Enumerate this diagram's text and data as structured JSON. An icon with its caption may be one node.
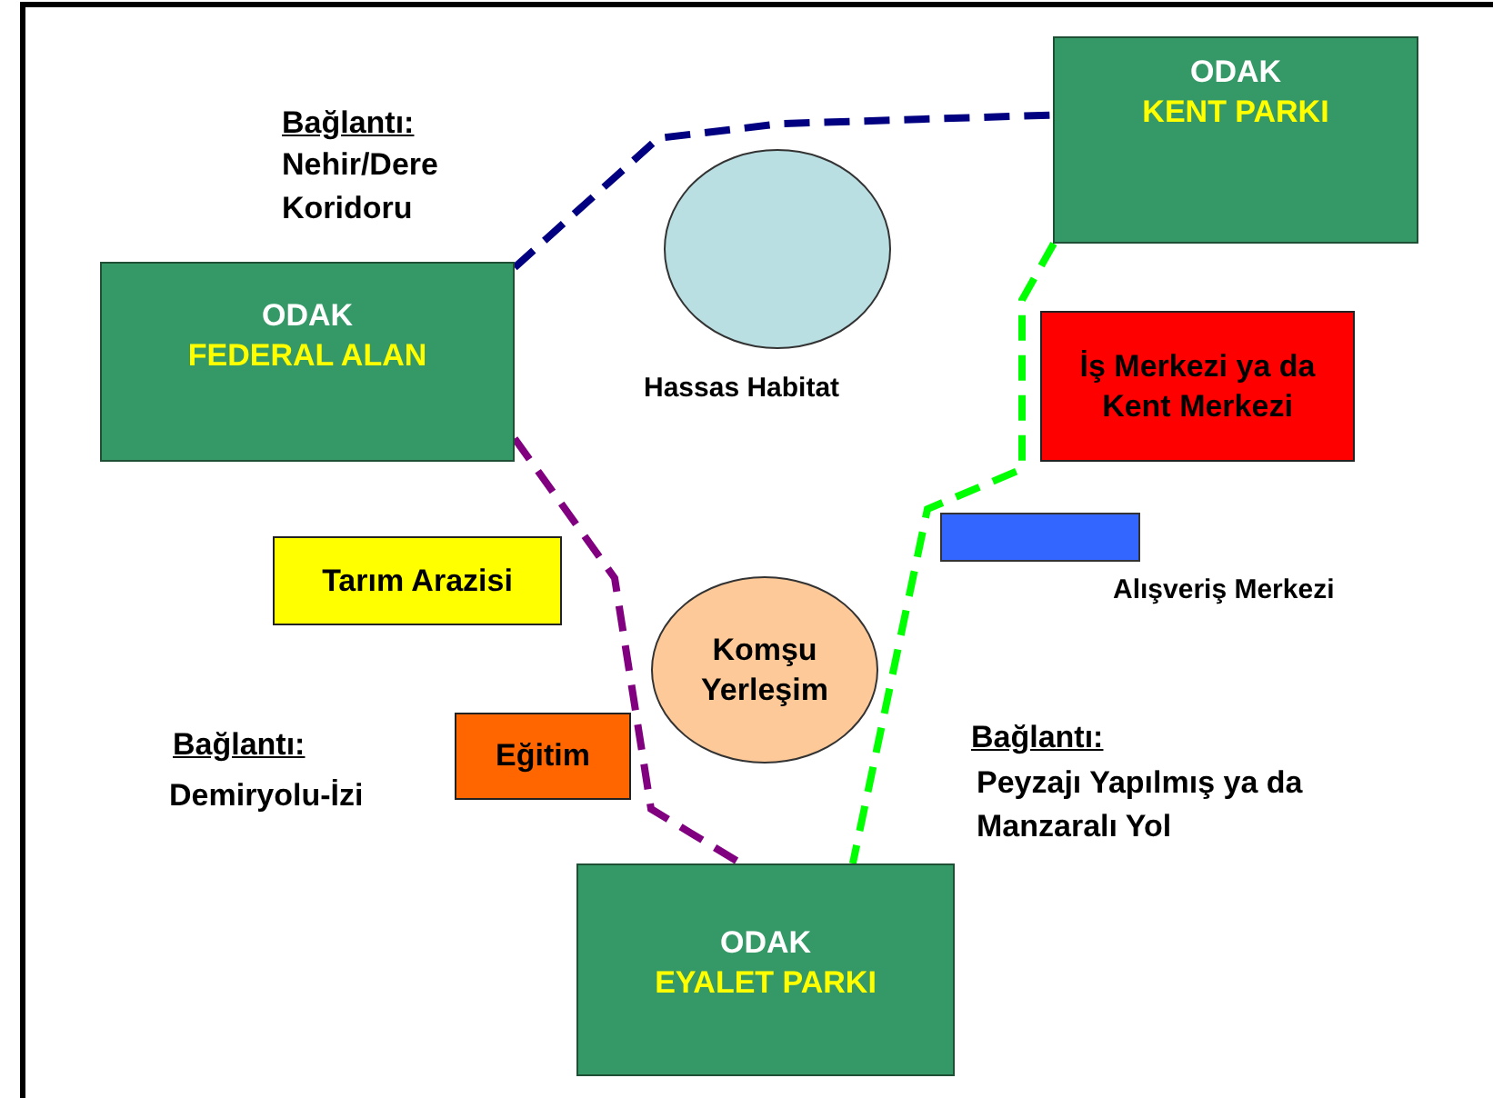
{
  "diagram": {
    "nodes": [
      {
        "text": [
          "ODAK",
          "FEDERAL ALAN"
        ]
      },
      {
        "text": [
          "Hassas Habitat"
        ]
      },
      {
        "text": [
          "ODAK",
          "KENT PARKI"
        ]
      },
      {
        "text": [
          "İş Merkezi ya da Kent Merkezi"
        ]
      },
      {
        "text": [
          "Alışveriş Merkezi"
        ]
      },
      {
        "text": [
          "Tarım Arazisi"
        ]
      },
      {
        "text": [
          "Komşu Yerleşim"
        ]
      },
      {
        "text": [
          "Eğitim"
        ]
      },
      {
        "text": [
          "ODAK",
          "EYALET PARKI"
        ]
      }
    ],
    "edges": [
      {
        "from": 0,
        "to": 2,
        "arrow": "none",
        "style": "dashed",
        "color": "#000080"
      },
      {
        "from": 2,
        "to": 8,
        "arrow": "none",
        "style": "dashed",
        "color": "#00ff00"
      },
      {
        "from": 0,
        "to": 8,
        "arrow": "none",
        "style": "dashed",
        "color": "#800080"
      }
    ],
    "labels": [
      "Bağlantı:",
      "Nehir/Dere Koridoru",
      "Bağlantı:",
      "Demiryolu-İzi",
      "Bağlantı:",
      "Peyzajı Yapılmış ya da Manzaralı Yol"
    ]
  }
}
